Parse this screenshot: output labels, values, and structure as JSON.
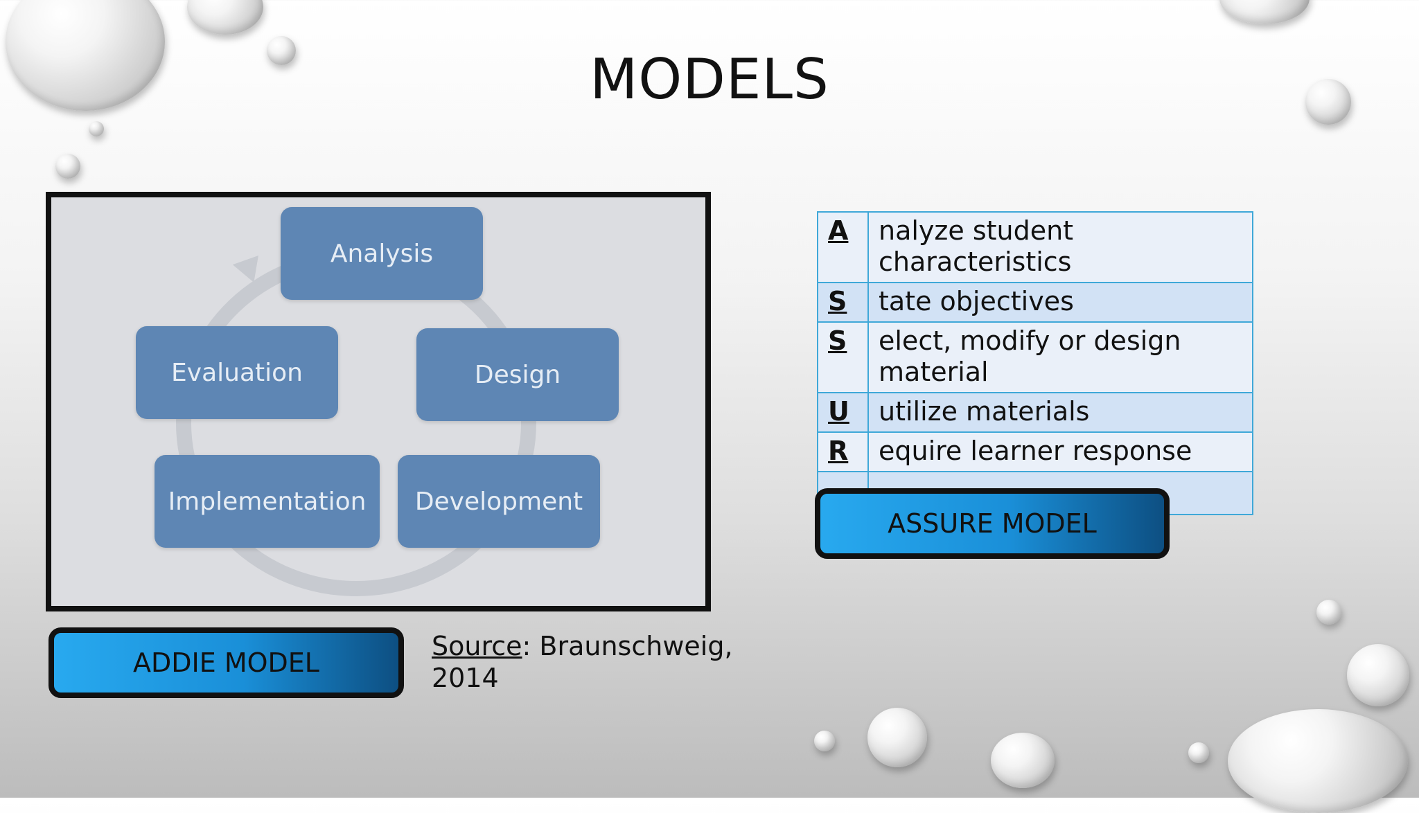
{
  "slide": {
    "title": "MODELS",
    "addie": {
      "stages": {
        "analysis": "Analysis",
        "design": "Design",
        "development": "Development",
        "implementation": "Implementation",
        "evaluation": "Evaluation"
      },
      "label": "ADDIE MODEL",
      "source_label": "Source",
      "source_text": ": Braunschweig, 2014"
    },
    "assure": {
      "rows": [
        {
          "letter": "A",
          "text": "nalyze student characteristics"
        },
        {
          "letter": "S",
          "text": "tate objectives"
        },
        {
          "letter": "S",
          "text": "elect, modify or design material"
        },
        {
          "letter": "U",
          "text": "utilize materials"
        },
        {
          "letter": "R",
          "text": "equire learner response"
        },
        {
          "letter": "",
          "text": ""
        }
      ],
      "label": "ASSURE MODEL"
    },
    "colors": {
      "accent_blue": "#1a8fd8",
      "node_blue": "#5e86b4",
      "table_border": "#3fa8d8"
    }
  }
}
